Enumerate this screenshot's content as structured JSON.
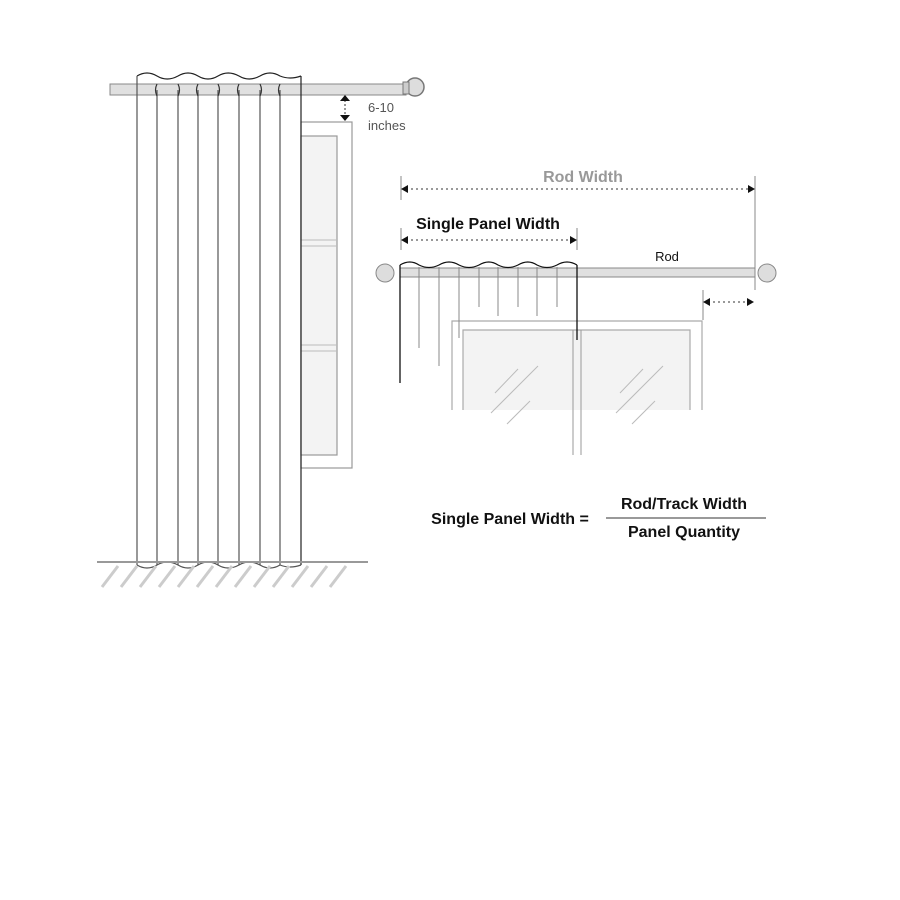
{
  "side_view": {
    "gap_label_line1": "6-10",
    "gap_label_line2": "inches"
  },
  "front_view": {
    "rod_width_label": "Rod Width",
    "single_panel_width_label": "Single Panel Width",
    "rod_label": "Rod"
  },
  "formula": {
    "left": "Single Panel Width =",
    "numerator": "Rod/Track Width",
    "denominator": "Panel Quantity"
  },
  "colors": {
    "line": "#333333",
    "light_line": "#999999",
    "rod_fill": "#e0e0e0",
    "glass_fill": "#f3f3f3",
    "rod_width_text": "#999999"
  }
}
